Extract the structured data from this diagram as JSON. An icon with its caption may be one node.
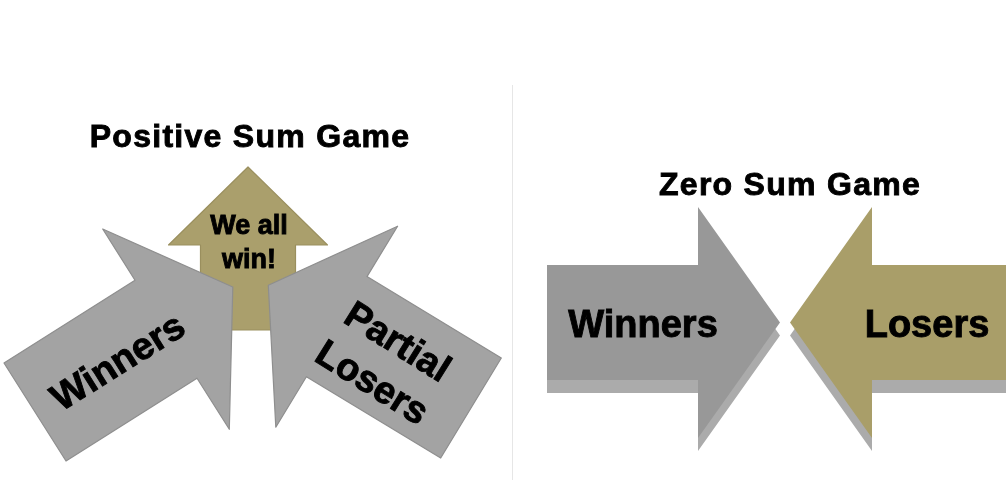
{
  "diagram": {
    "nodes": [
      {
        "text": [
          "Winners"
        ]
      },
      {
        "text": [
          "We all win!"
        ]
      },
      {
        "text": [
          "Partial Losers"
        ]
      },
      {
        "text": [
          "Winners"
        ]
      },
      {
        "text": [
          "Losers"
        ]
      }
    ],
    "labels": [
      "Positive Sum Game",
      "Zero Sum Game"
    ]
  }
}
